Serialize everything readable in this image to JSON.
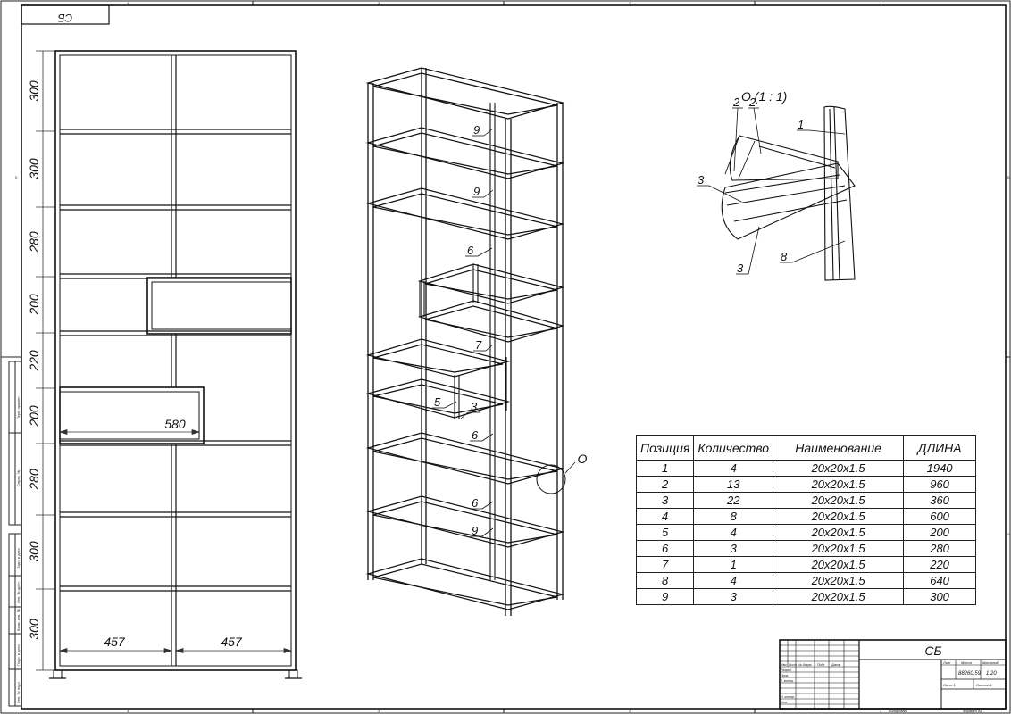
{
  "sheet": {
    "corner_label": "СБ",
    "zone_numbers": [
      "4",
      "3",
      "2",
      "1"
    ],
    "row_letters": [
      "Б",
      "А"
    ]
  },
  "front_view": {
    "height_dims": [
      "300",
      "300",
      "280",
      "200",
      "220",
      "200",
      "280",
      "300",
      "300"
    ],
    "width_dims": [
      "457",
      "457"
    ],
    "shelf_dim": "580"
  },
  "iso_view": {
    "callouts": [
      "9",
      "9",
      "6",
      "7",
      "5",
      "3",
      "6",
      "6",
      "9"
    ],
    "detail_marker": "О"
  },
  "detail": {
    "title": "О (1 : 1)",
    "callouts": [
      "2",
      "2",
      "1",
      "3",
      "3",
      "8"
    ]
  },
  "spec_table": {
    "headers": [
      "Позиция",
      "Количество",
      "Наименование",
      "ДЛИНА"
    ],
    "rows": [
      [
        "1",
        "4",
        "20x20x1.5",
        "1940"
      ],
      [
        "2",
        "13",
        "20x20x1.5",
        "960"
      ],
      [
        "3",
        "22",
        "20x20x1.5",
        "360"
      ],
      [
        "4",
        "8",
        "20x20x1.5",
        "600"
      ],
      [
        "5",
        "4",
        "20x20x1.5",
        "200"
      ],
      [
        "6",
        "3",
        "20x20x1.5",
        "280"
      ],
      [
        "7",
        "1",
        "20x20x1.5",
        "220"
      ],
      [
        "8",
        "4",
        "20x20x1.5",
        "640"
      ],
      [
        "9",
        "3",
        "20x20x1.5",
        "300"
      ]
    ]
  },
  "title_block": {
    "doc_code": "СБ",
    "headers": [
      "Лит",
      "Масса",
      "Масштаб"
    ],
    "mass": "88260.59",
    "scale": "1:20",
    "sheet": "Лист 1",
    "sheets": "Листов 1",
    "row_labels": [
      "Изм",
      "Лист",
      "№ докум.",
      "Подп.",
      "Дата"
    ],
    "roles": [
      "Разраб.",
      "Пров.",
      "Т. контр.",
      "Н. контр.",
      "Утв."
    ],
    "copied": "Копировал",
    "format": "Формат А1",
    "copied_no": "1"
  },
  "side_stamp": [
    "Подп. и дата",
    "Инв. № дубл.",
    "Взам. инв. №",
    "Подп. и дата",
    "Инв. № подл.",
    "Справ. №",
    "Перв. примен."
  ]
}
